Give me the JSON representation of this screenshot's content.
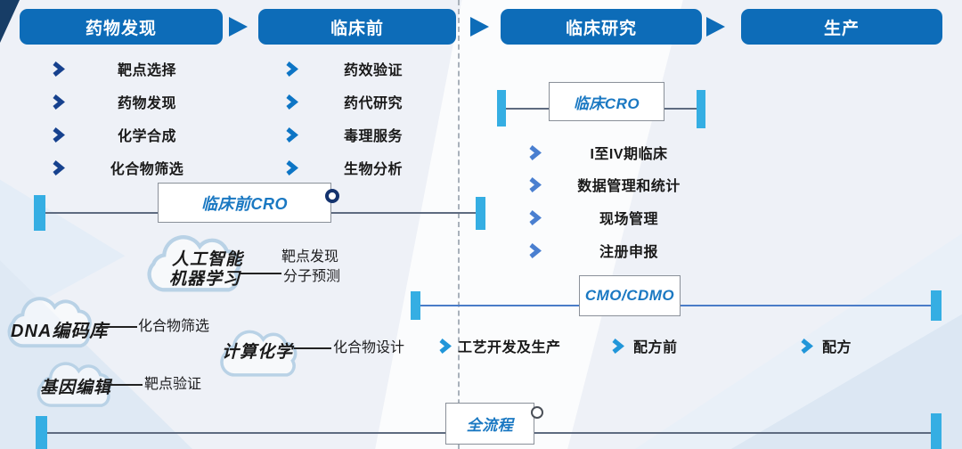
{
  "stages": [
    "药物发现",
    "临床前",
    "临床研究",
    "生产"
  ],
  "columns": {
    "discovery": {
      "items": [
        "靶点选择",
        "药物发现",
        "化学合成",
        "化合物筛选"
      ]
    },
    "preclinical": {
      "items": [
        "药效验证",
        "药代研究",
        "毒理服务",
        "生物分析"
      ]
    },
    "clinical": {
      "items": [
        "I至IV期临床",
        "数据管理和统计",
        "现场管理",
        "注册申报"
      ]
    },
    "cmo": {
      "items": [
        "工艺开发及生产",
        "配方前",
        "配方"
      ]
    }
  },
  "brackets": {
    "preclinical_cro": {
      "label": "临床前CRO"
    },
    "clinical_cro": {
      "label": "临床CRO"
    },
    "cmo_cdmo": {
      "label": "CMO/CDMO"
    },
    "full_process": {
      "label": "全流程"
    }
  },
  "clouds": [
    {
      "lines": [
        "人工智能",
        "机器学习"
      ],
      "target_lines": [
        "靶点发现",
        "分子预测"
      ]
    },
    {
      "lines": [
        "DNA编码库"
      ],
      "target_lines": [
        "化合物筛选"
      ]
    },
    {
      "lines": [
        "计算化学"
      ],
      "target_lines": [
        "化合物设计"
      ]
    },
    {
      "lines": [
        "基因编辑"
      ],
      "target_lines": [
        "靶点验证"
      ]
    }
  ],
  "colors": {
    "stage_blue": "#0d6cb8",
    "chevron_navy": "#16418e",
    "chevron_azure": "#0d75c5",
    "chevron_medium": "#4a7fd0",
    "chevron_cyan": "#2196d9",
    "bracket_cap_cyan": "#35aee3",
    "bracket_line_slate": "#5e6b80",
    "bracket_line_blue": "#4a7cc8",
    "label_blue": "#1a78c2",
    "cloud_stroke": "#b9d2e6"
  }
}
